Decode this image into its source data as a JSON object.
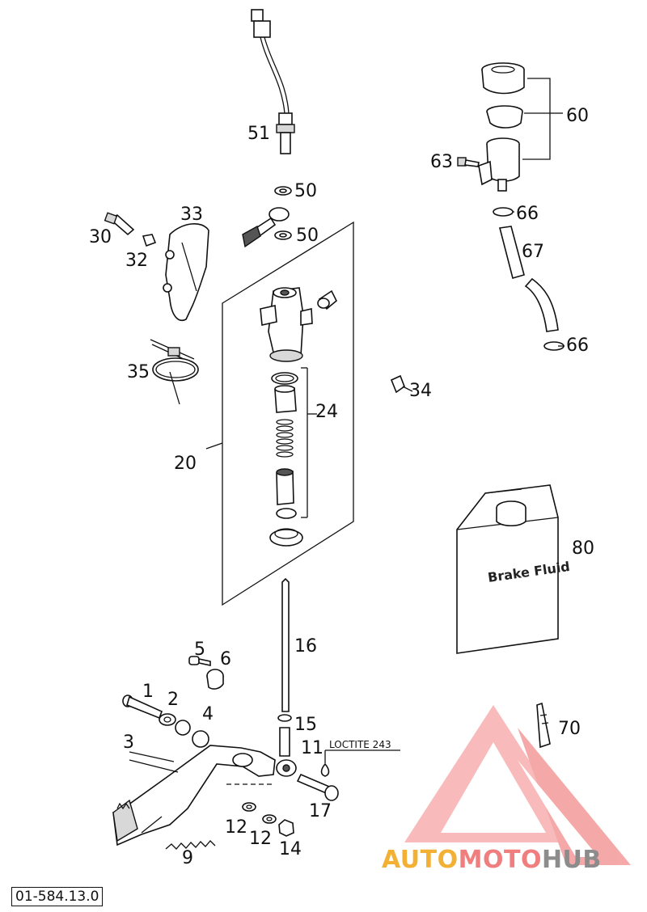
{
  "parts": {
    "p51": "51",
    "p50a": "50",
    "p50b": "50",
    "p33": "33",
    "p30": "30",
    "p32": "32",
    "p35": "35",
    "p20": "20",
    "p24": "24",
    "p34": "34",
    "p60": "60",
    "p63": "63",
    "p66a": "66",
    "p67": "67",
    "p66b": "66",
    "p80": "80",
    "p16": "16",
    "p5": "5",
    "p6": "6",
    "p1": "1",
    "p2": "2",
    "p4": "4",
    "p3": "3",
    "p15": "15",
    "p11": "11",
    "p17": "17",
    "p12a": "12",
    "p12b": "12",
    "p14": "14",
    "p9": "9",
    "p70": "70"
  },
  "loctite_label": "LOCTITE 243",
  "brake_fluid_label": "Brake Fluid",
  "reference_code": "01-584.13.0",
  "logo": {
    "part1": "AUTO",
    "part2": "MOTO",
    "part3": "HUB"
  },
  "colors": {
    "logo_orange": "#f2b035",
    "logo_pink": "#f07e7e",
    "logo_gray": "#8c8c8c"
  }
}
